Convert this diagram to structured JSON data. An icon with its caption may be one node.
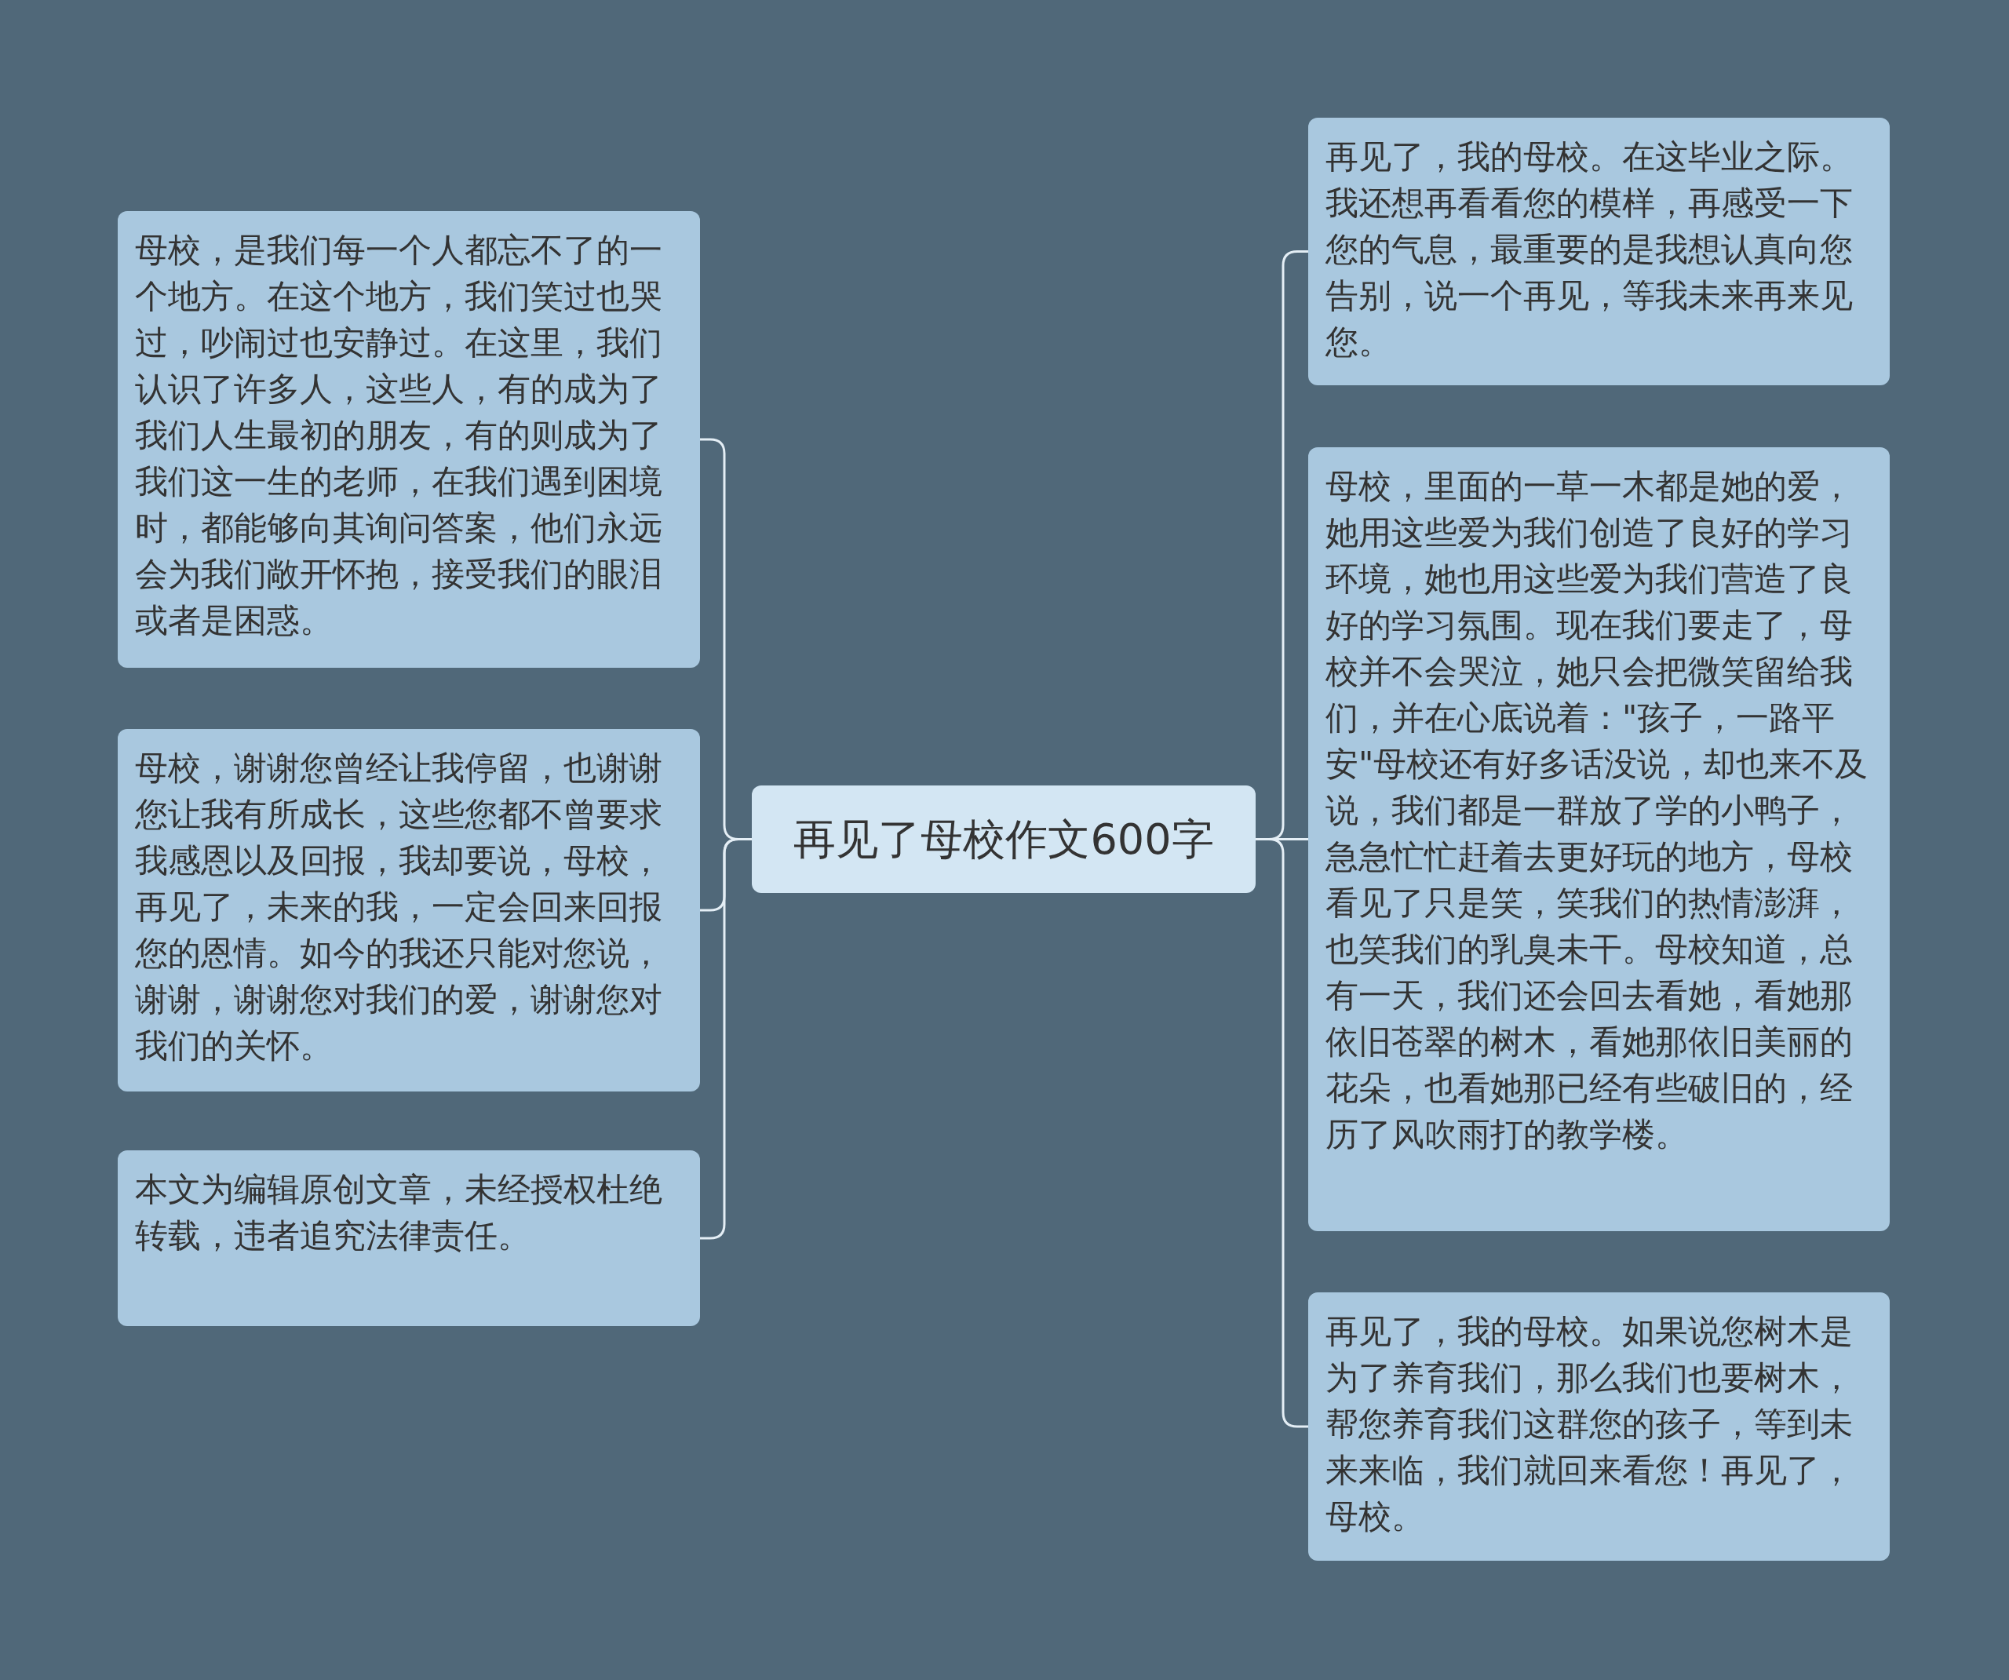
{
  "diagram": {
    "nodes": [
      {
        "text": [
          "再见了母校作文600字"
        ]
      },
      {
        "text": [
          "母校，是我们每一个人都忘不了的一个地方。在这个地方，我们笑过也哭过，吵闹过也安静过。在这里，我们认识了许多人，这些人，有的成为了我们人生最初的朋友，有的则成为了我们这一生的老师，在我们遇到困境时，都能够向其询问答案，他们永远会为我们敞开怀抱，接受我们的眼泪或者是困惑。"
        ]
      },
      {
        "text": [
          "母校，谢谢您曾经让我停留，也谢谢您让我有所成长，这些您都不曾要求我感恩以及回报，我却要说，母校，再见了，未来的我，一定会回来回报您的恩情。如今的我还只能对您说，谢谢，谢谢您对我们的爱，谢谢您对我们的关怀。"
        ]
      },
      {
        "text": [
          "本文为编辑原创文章，未经授权杜绝转载，违者追究法律责任。"
        ]
      },
      {
        "text": [
          "再见了，我的母校。在这毕业之际。我还想再看看您的模样，再感受一下您的气息，最重要的是我想认真向您告别，说一个再见，等我未来再来见您。"
        ]
      },
      {
        "text": [
          "母校，里面的一草一木都是她的爱，她用这些爱为我们创造了良好的学习环境，她也用这些爱为我们营造了良好的学习氛围。现在我们要走了，母校并不会哭泣，她只会把微笑留给我们，并在心底说着：\"孩子，一路平安\"母校还有好多话没说，却也来不及说，我们都是一群放了学的小鸭子，急急忙忙赶着去更好玩的地方，母校看见了只是笑，笑我们的热情澎湃，也笑我们的乳臭未干。母校知道，总有一天，我们还会回去看她，看她那依旧苍翠的树木，看她那依旧美丽的花朵，也看她那已经有些破旧的，经历了风吹雨打的教学楼。"
        ]
      },
      {
        "text": [
          "再见了，我的母校。如果说您树木是为了养育我们，那么我们也要树木，帮您养育我们这群您的孩子，等到未来来临，我们就回来看您！再见了，母校。"
        ]
      }
    ],
    "edges": [
      {
        "from": 0,
        "to": 1,
        "arrow": "none"
      },
      {
        "from": 0,
        "to": 2,
        "arrow": "none"
      },
      {
        "from": 0,
        "to": 3,
        "arrow": "none"
      },
      {
        "from": 0,
        "to": 4,
        "arrow": "none"
      },
      {
        "from": 0,
        "to": 5,
        "arrow": "none"
      },
      {
        "from": 0,
        "to": 6,
        "arrow": "none"
      }
    ]
  }
}
